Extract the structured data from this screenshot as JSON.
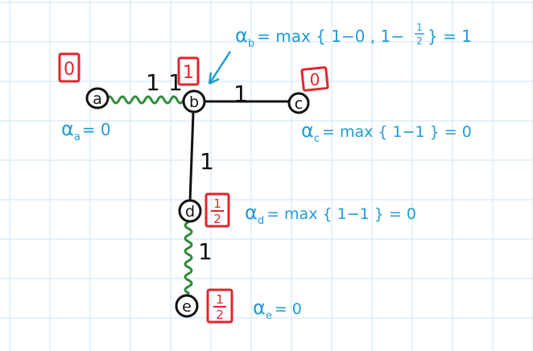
{
  "colors": {
    "grid": "#cfe3f3",
    "ink": "#111111",
    "spring": "#2e8b3a",
    "badge": "#e0262d",
    "annotation": "#1e9bd6"
  },
  "nodes": {
    "a": {
      "label": "a",
      "badge": "0"
    },
    "b": {
      "label": "b",
      "badge": "1"
    },
    "c": {
      "label": "c",
      "badge": "0"
    },
    "d": {
      "label": "d",
      "badge_num": "1",
      "badge_den": "2"
    },
    "e": {
      "label": "e",
      "badge_num": "1",
      "badge_den": "2"
    }
  },
  "edge_weights": {
    "ab": "1",
    "bc": "1",
    "bd": "1",
    "de": "1"
  },
  "annotations": {
    "alpha_b": {
      "sub": "b",
      "text": "= max { 1−0 ,  1−",
      "frac_num": "1",
      "frac_den": "2",
      "tail": "} = 1"
    },
    "alpha_a": {
      "sub": "a",
      "text": "= 0"
    },
    "alpha_c": {
      "sub": "c",
      "text": "= max { 1−1 } = 0"
    },
    "alpha_d": {
      "sub": "d",
      "text": "= max { 1−1 } = 0"
    },
    "alpha_e": {
      "sub": "e",
      "text": "= 0"
    }
  },
  "alpha_symbol": "α"
}
